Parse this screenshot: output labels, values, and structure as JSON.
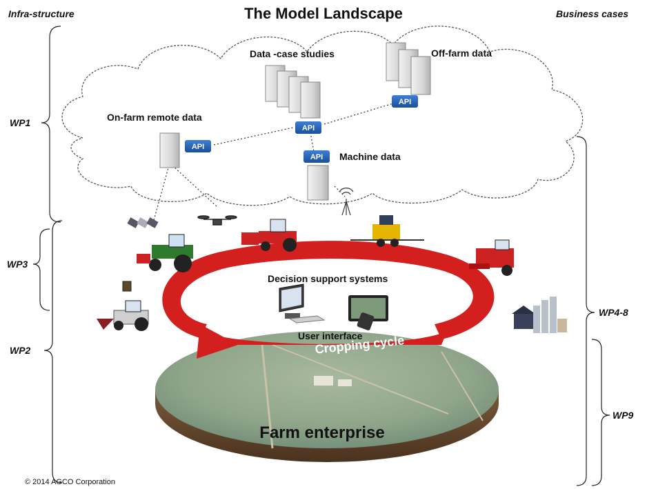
{
  "title": "The Model Landscape",
  "left_header": "Infra-structure",
  "right_header": "Business cases",
  "work_packages": {
    "wp1": "WP1",
    "wp3": "WP3",
    "wp2": "WP2",
    "wp48": "WP4-8",
    "wp9": "WP9"
  },
  "cloud": {
    "data_case_studies": "Data -case studies",
    "off_farm": "Off-farm data",
    "on_farm_remote": "On-farm remote data",
    "machine_data": "Machine data",
    "api_label": "API"
  },
  "cycle": {
    "decision_support": "Decision support systems",
    "user_interface": "User interface",
    "cropping_cycle": "Cropping cycle"
  },
  "farm_label": "Farm enterprise",
  "copyright": "© 2014 AGCO Corporation",
  "colors": {
    "api_blue": "#1f5fb4",
    "cycle_red": "#d41f1f",
    "field_green": "#8fa98a",
    "field_rim": "#6b4a2e"
  }
}
